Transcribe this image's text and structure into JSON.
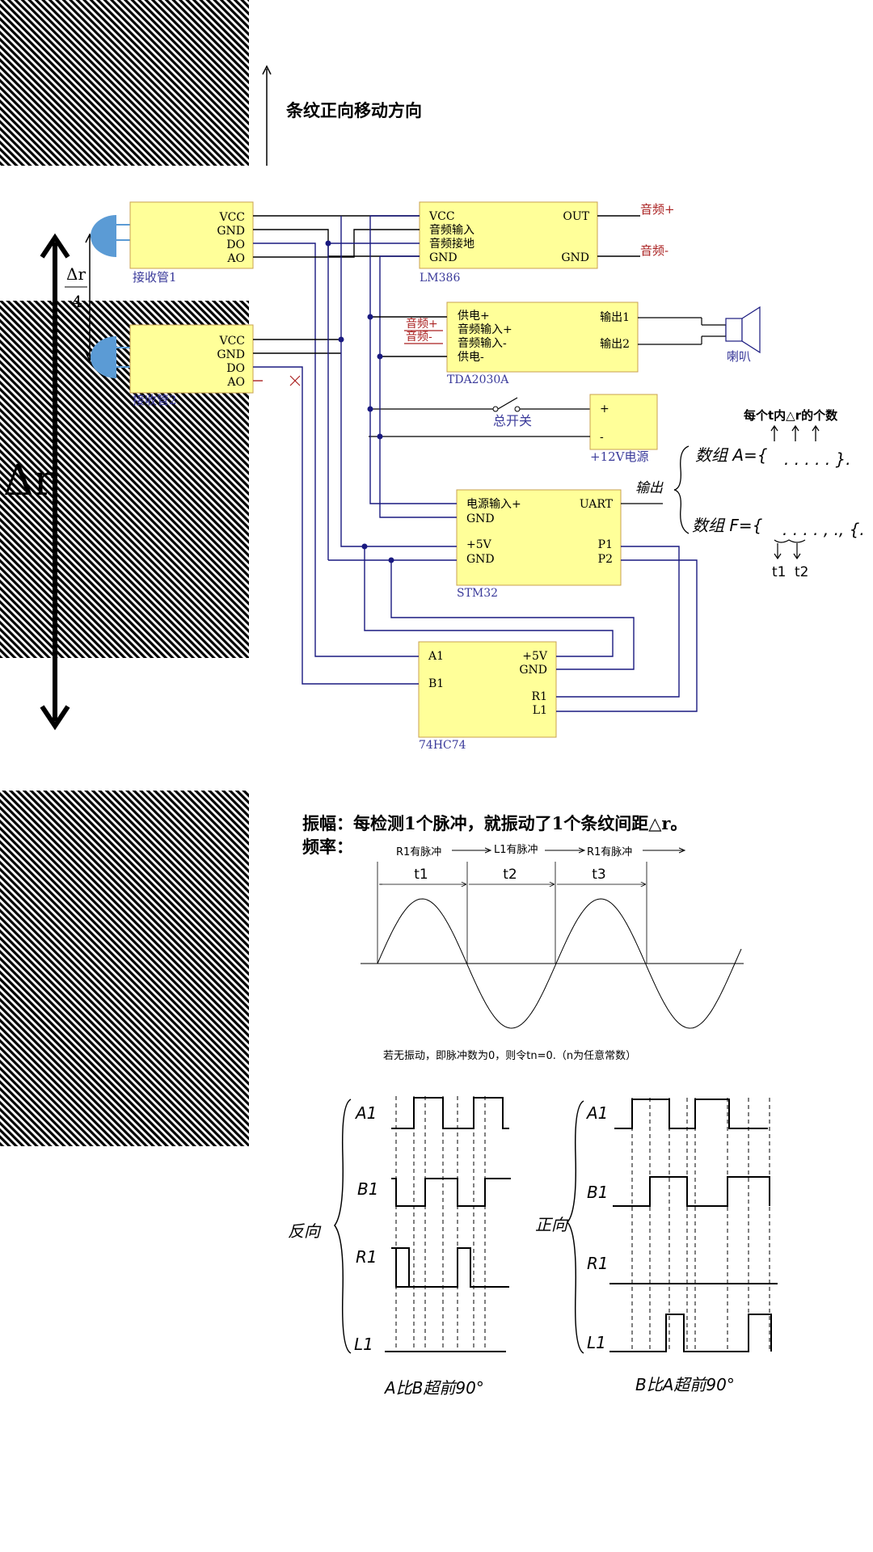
{
  "top": {
    "direction_label": "条纹正向移动方向"
  },
  "big_arrow_label": "Δr",
  "quarter_label": {
    "num": "Δr",
    "den": "4"
  },
  "receivers": {
    "r1": {
      "name": "接收管1",
      "pins": [
        "VCC",
        "GND",
        "DO",
        "AO"
      ]
    },
    "r2": {
      "name": "接收管2",
      "pins": [
        "VCC",
        "GND",
        "DO",
        "AO"
      ]
    }
  },
  "lm386": {
    "name": "LM386",
    "left_pins": [
      "VCC",
      "音频输入",
      "音频接地",
      "GND"
    ],
    "right_pins": [
      "OUT",
      "GND"
    ],
    "out_plus": "音频+",
    "out_minus": "音频-"
  },
  "tda": {
    "name": "TDA2030A",
    "left_pins": [
      "供电+",
      "音频输入+",
      "音频输入-",
      "供电-"
    ],
    "right_pins": [
      "输出1",
      "输出2"
    ],
    "in_plus": "音频+",
    "in_minus": "音频-",
    "speaker": "喇叭"
  },
  "switch_label": "总开关",
  "power": {
    "name": "+12V电源",
    "plus": "+",
    "minus": "-"
  },
  "stm32": {
    "name": "STM32",
    "left_pins": [
      "电源输入+",
      "GND",
      "+5V",
      "GND"
    ],
    "right_pins": [
      "UART",
      "P1",
      "P2"
    ]
  },
  "hc74": {
    "name": "74HC74",
    "left_pins": [
      "A1",
      "B1"
    ],
    "right_pins": [
      "+5V",
      "GND",
      "R1",
      "L1"
    ]
  },
  "notes": {
    "per_t": "每个t内△r的个数",
    "arrays_output": "输出",
    "array_a": "数组 A={",
    "array_f": "数组 F={",
    "t1": "t1",
    "t2": "t2"
  },
  "amplitude_text": "振幅：每检测1个脉冲，就振动了1个条纹间距△r。",
  "frequency_label": "频率：",
  "wave": {
    "pulse_labels": [
      "R1有脉冲",
      "L1有脉冲",
      "R1有脉冲"
    ],
    "periods": [
      "t1",
      "t2",
      "t3"
    ],
    "note": "若无振动，即脉冲数为0，则令tn=0.（n为任意常数）"
  },
  "timing": {
    "left": {
      "side_label": "反向",
      "signals": [
        "A1",
        "B1",
        "R1",
        "L1"
      ],
      "caption": "A比B超前90°"
    },
    "right": {
      "side_label": "正向",
      "signals": [
        "A1",
        "B1",
        "R1",
        "L1"
      ],
      "caption": "B比A超前90°"
    }
  },
  "colors": {
    "chip_fill": "#ffff99",
    "chip_stroke": "#c8a050",
    "wire": "#1a1a80",
    "label_blue": "#3a3a9a",
    "label_red": "#aa2222",
    "receiver": "#5b9bd5"
  }
}
